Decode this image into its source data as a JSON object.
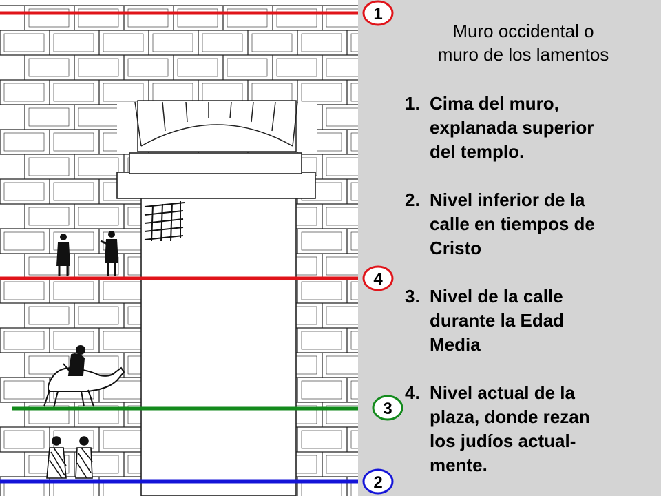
{
  "title": "Muro occidental o\nmuro de los lamentos",
  "items": [
    {
      "number": "1.",
      "text": "Cima del muro,\nexplanada superior\ndel templo."
    },
    {
      "number": "2.",
      "text": "Nivel inferior de la\ncalle en tiempos de\nCristo"
    },
    {
      "number": "3.",
      "text": "Nivel de la calle\ndurante la Edad\nMedia"
    },
    {
      "number": "4.",
      "text": "Nivel actual de la\nplaza, donde rezan\nlos judíos actual-\nmente."
    }
  ],
  "markers": [
    {
      "label": "1",
      "color": "#e0141a"
    },
    {
      "label": "4",
      "color": "#e0141a"
    },
    {
      "label": "3",
      "color": "#138a1c"
    },
    {
      "label": "2",
      "color": "#1414d8"
    }
  ]
}
